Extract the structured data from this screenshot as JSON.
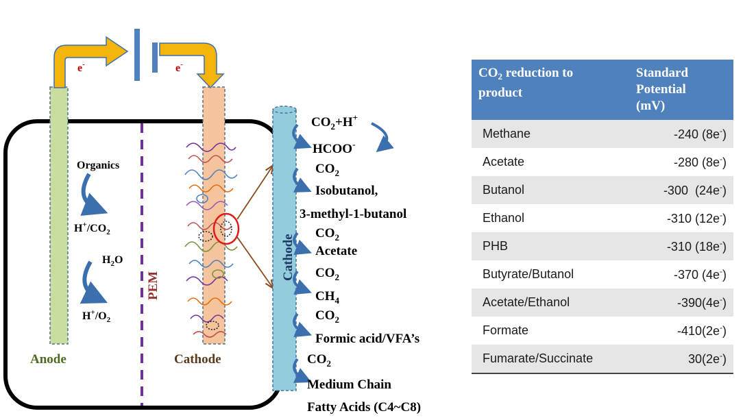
{
  "diagram": {
    "electron_left": "e",
    "electron_right": "e",
    "electron_sup": "-",
    "organics": "Organics",
    "h_co2_a": "H",
    "h_co2_b": "/CO",
    "h2o_a": "H",
    "h2o_b": "O",
    "h_o2_a": "H",
    "h_o2_b": "/O",
    "plus": "+",
    "sub2": "2",
    "sub4": "4",
    "pem": "PEM",
    "anode": "Anode",
    "cathode_bottom": "Cathode",
    "cathode_column": "Cathode",
    "products": [
      {
        "id": "p1",
        "a": "CO",
        "b": "+H"
      },
      {
        "id": "p2",
        "a": "HCOO",
        "sup": "-"
      },
      {
        "id": "p3",
        "a": "CO"
      },
      {
        "id": "p4",
        "a": "Isobutanol,"
      },
      {
        "id": "p5",
        "a": "3-methyl-1-butanol"
      },
      {
        "id": "p6",
        "a": "CO"
      },
      {
        "id": "p7",
        "a": "Acetate"
      },
      {
        "id": "p8",
        "a": "CO"
      },
      {
        "id": "p9",
        "a": "CH"
      },
      {
        "id": "p10",
        "a": "CO"
      },
      {
        "id": "p11",
        "a": "Formic acid/VFA’s"
      },
      {
        "id": "p12",
        "a": "CO"
      },
      {
        "id": "p13",
        "a": "Medium Chain"
      },
      {
        "id": "p14",
        "a": "Fatty Acids (C4~C8)"
      }
    ]
  },
  "table": {
    "header_left_a": "CO",
    "header_left_sub": "2",
    "header_left_b": " reduction to",
    "header_left_c": "product",
    "header_right_a": "Standard",
    "header_right_b": "Potential",
    "header_right_c": "(mV)",
    "rows": [
      {
        "product": "Methane",
        "value": "-240 (8e",
        "sup": "-",
        "close": ")"
      },
      {
        "product": "Acetate",
        "value": "-280 (8e",
        "sup": "-",
        "close": ")"
      },
      {
        "product": "Butanol",
        "value": "-300  (24e",
        "sup": "-",
        "close": ")"
      },
      {
        "product": "Ethanol",
        "value": "-310 (12e",
        "sup": "-",
        "close": ")"
      },
      {
        "product": "PHB",
        "value": "-310 (18e",
        "sup": "-",
        "close": ")"
      },
      {
        "product": "Butyrate/Butanol",
        "value": "-370 (4e",
        "sup": "-",
        "close": ")"
      },
      {
        "product": "Acetate/Ethanol",
        "value": "-390(4e",
        "sup": "-",
        "close": ")"
      },
      {
        "product": "Formate",
        "value": "-410(2e",
        "sup": "-",
        "close": ")"
      },
      {
        "product": "Fumarate/Succinate",
        "value": "30(2e",
        "sup": "-",
        "close": ")"
      }
    ]
  }
}
